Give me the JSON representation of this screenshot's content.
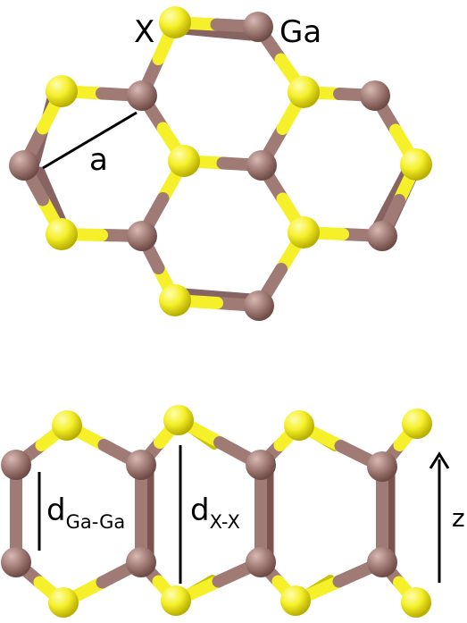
{
  "labels": {
    "x_atom": "X",
    "ga_atom": "Ga",
    "lattice_a": "a",
    "d_ga_ga_main": "d",
    "d_ga_ga_sub": "Ga-Ga",
    "d_x_x_main": "d",
    "d_x_x_sub": "X-X",
    "axis_z": "z"
  },
  "colors": {
    "gallium": "#a07a74",
    "gallium_dark": "#7b5450",
    "chalcogen": "#f5f02a",
    "chalcogen_dark": "#c9c000",
    "line": "#000000",
    "background": "#ffffff"
  }
}
